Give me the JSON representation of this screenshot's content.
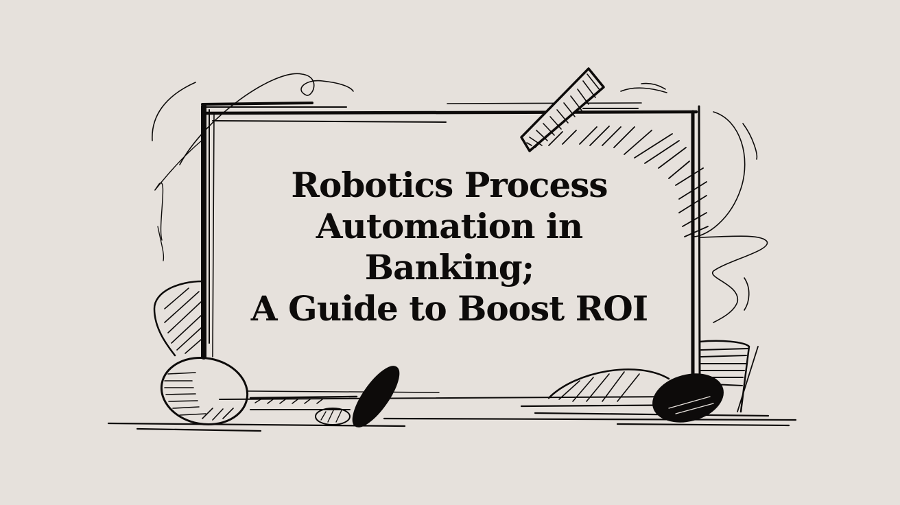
{
  "illustration": {
    "style": "hand-drawn ink sketch",
    "background_color": "#e6e1dc",
    "ink_color": "#0d0b0a",
    "title_lines": [
      "Robotics Process",
      "Automation in",
      "Banking;",
      "A Guide to Boost ROI"
    ]
  }
}
